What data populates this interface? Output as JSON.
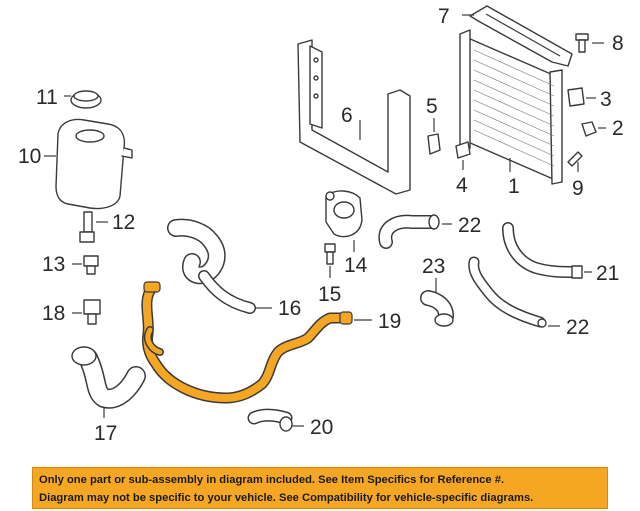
{
  "diagram": {
    "callouts": [
      "1",
      "2",
      "3",
      "4",
      "5",
      "6",
      "7",
      "8",
      "9",
      "10",
      "11",
      "12",
      "13",
      "14",
      "15",
      "16",
      "17",
      "18",
      "19",
      "20",
      "21",
      "22",
      "22",
      "23"
    ],
    "highlight_color": "#f5a623",
    "line_color": "#3a3a3a"
  },
  "notice": {
    "line1": "Only one part or sub-assembly in diagram included. See Item Specifics for Reference #.",
    "line2": "Diagram may not be specific to your vehicle. See Compatibility for vehicle-specific diagrams.",
    "background": "#f5a623"
  }
}
